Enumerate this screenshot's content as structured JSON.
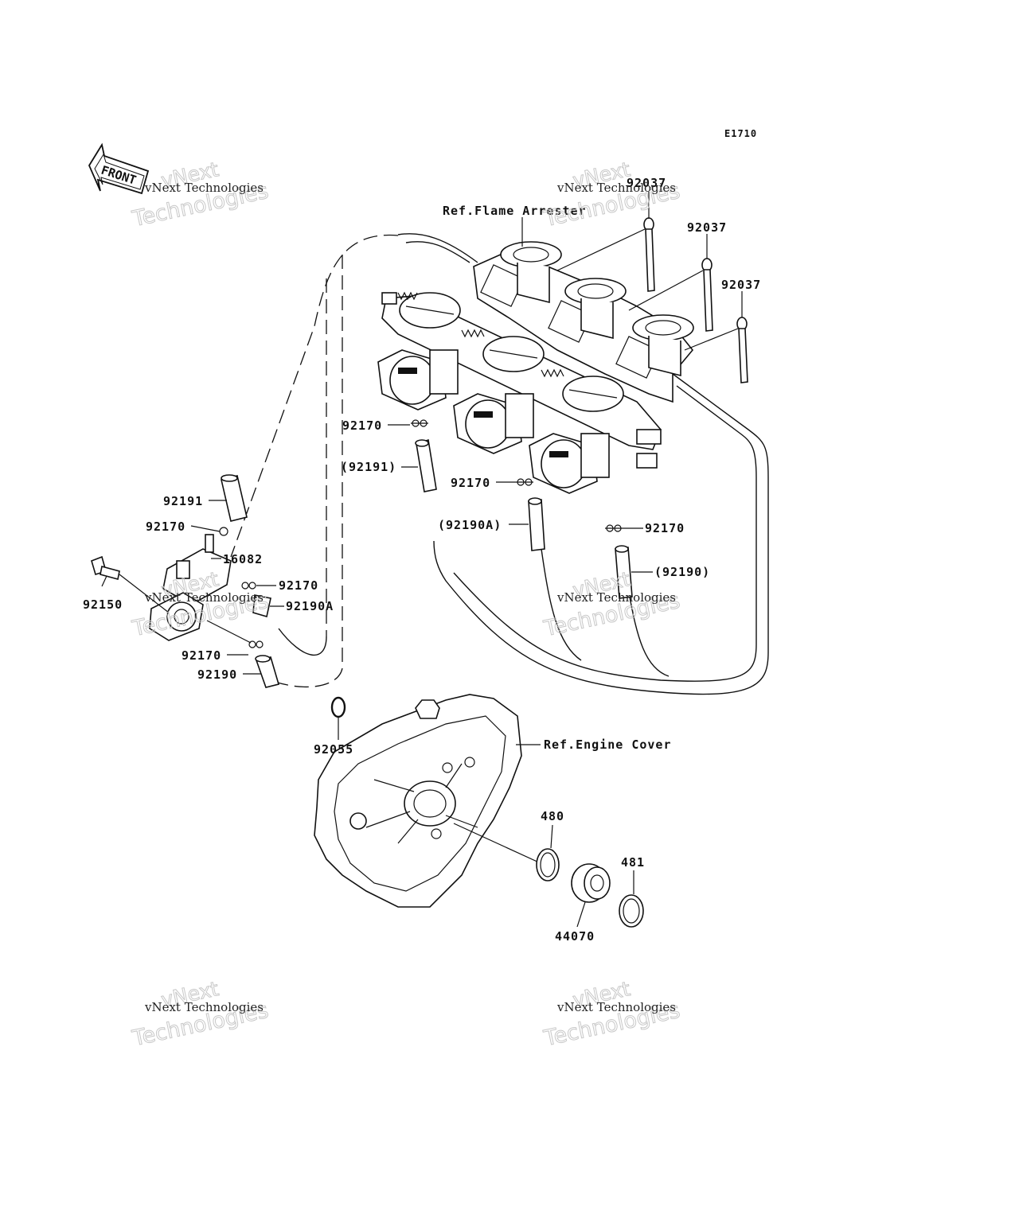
{
  "diagram_code": "E1710",
  "front_label": "FRONT",
  "references": {
    "flame_arrester": "Ref.Flame Arrester",
    "engine_cover": "Ref.Engine Cover"
  },
  "watermarks": {
    "line1": "vNext",
    "line2": "vNext Technologies",
    "line3": "Technologies"
  },
  "parts": {
    "p92037_a": "92037",
    "p92037_b": "92037",
    "p92037_c": "92037",
    "p92170_carb1": "92170",
    "p92191_paren": "(92191)",
    "p92170_carb2": "92170",
    "p92190a_paren": "(92190A)",
    "p92170_carb3": "92170",
    "p92190_paren": "(92190)",
    "p92191": "92191",
    "p92170_valve": "92170",
    "p16082": "16082",
    "p92170_valve2": "92170",
    "p92150": "92150",
    "p92190a": "92190A",
    "p92170_valve3": "92170",
    "p92190": "92190",
    "p92055": "92055",
    "p480": "480",
    "p481": "481",
    "p44070": "44070"
  }
}
